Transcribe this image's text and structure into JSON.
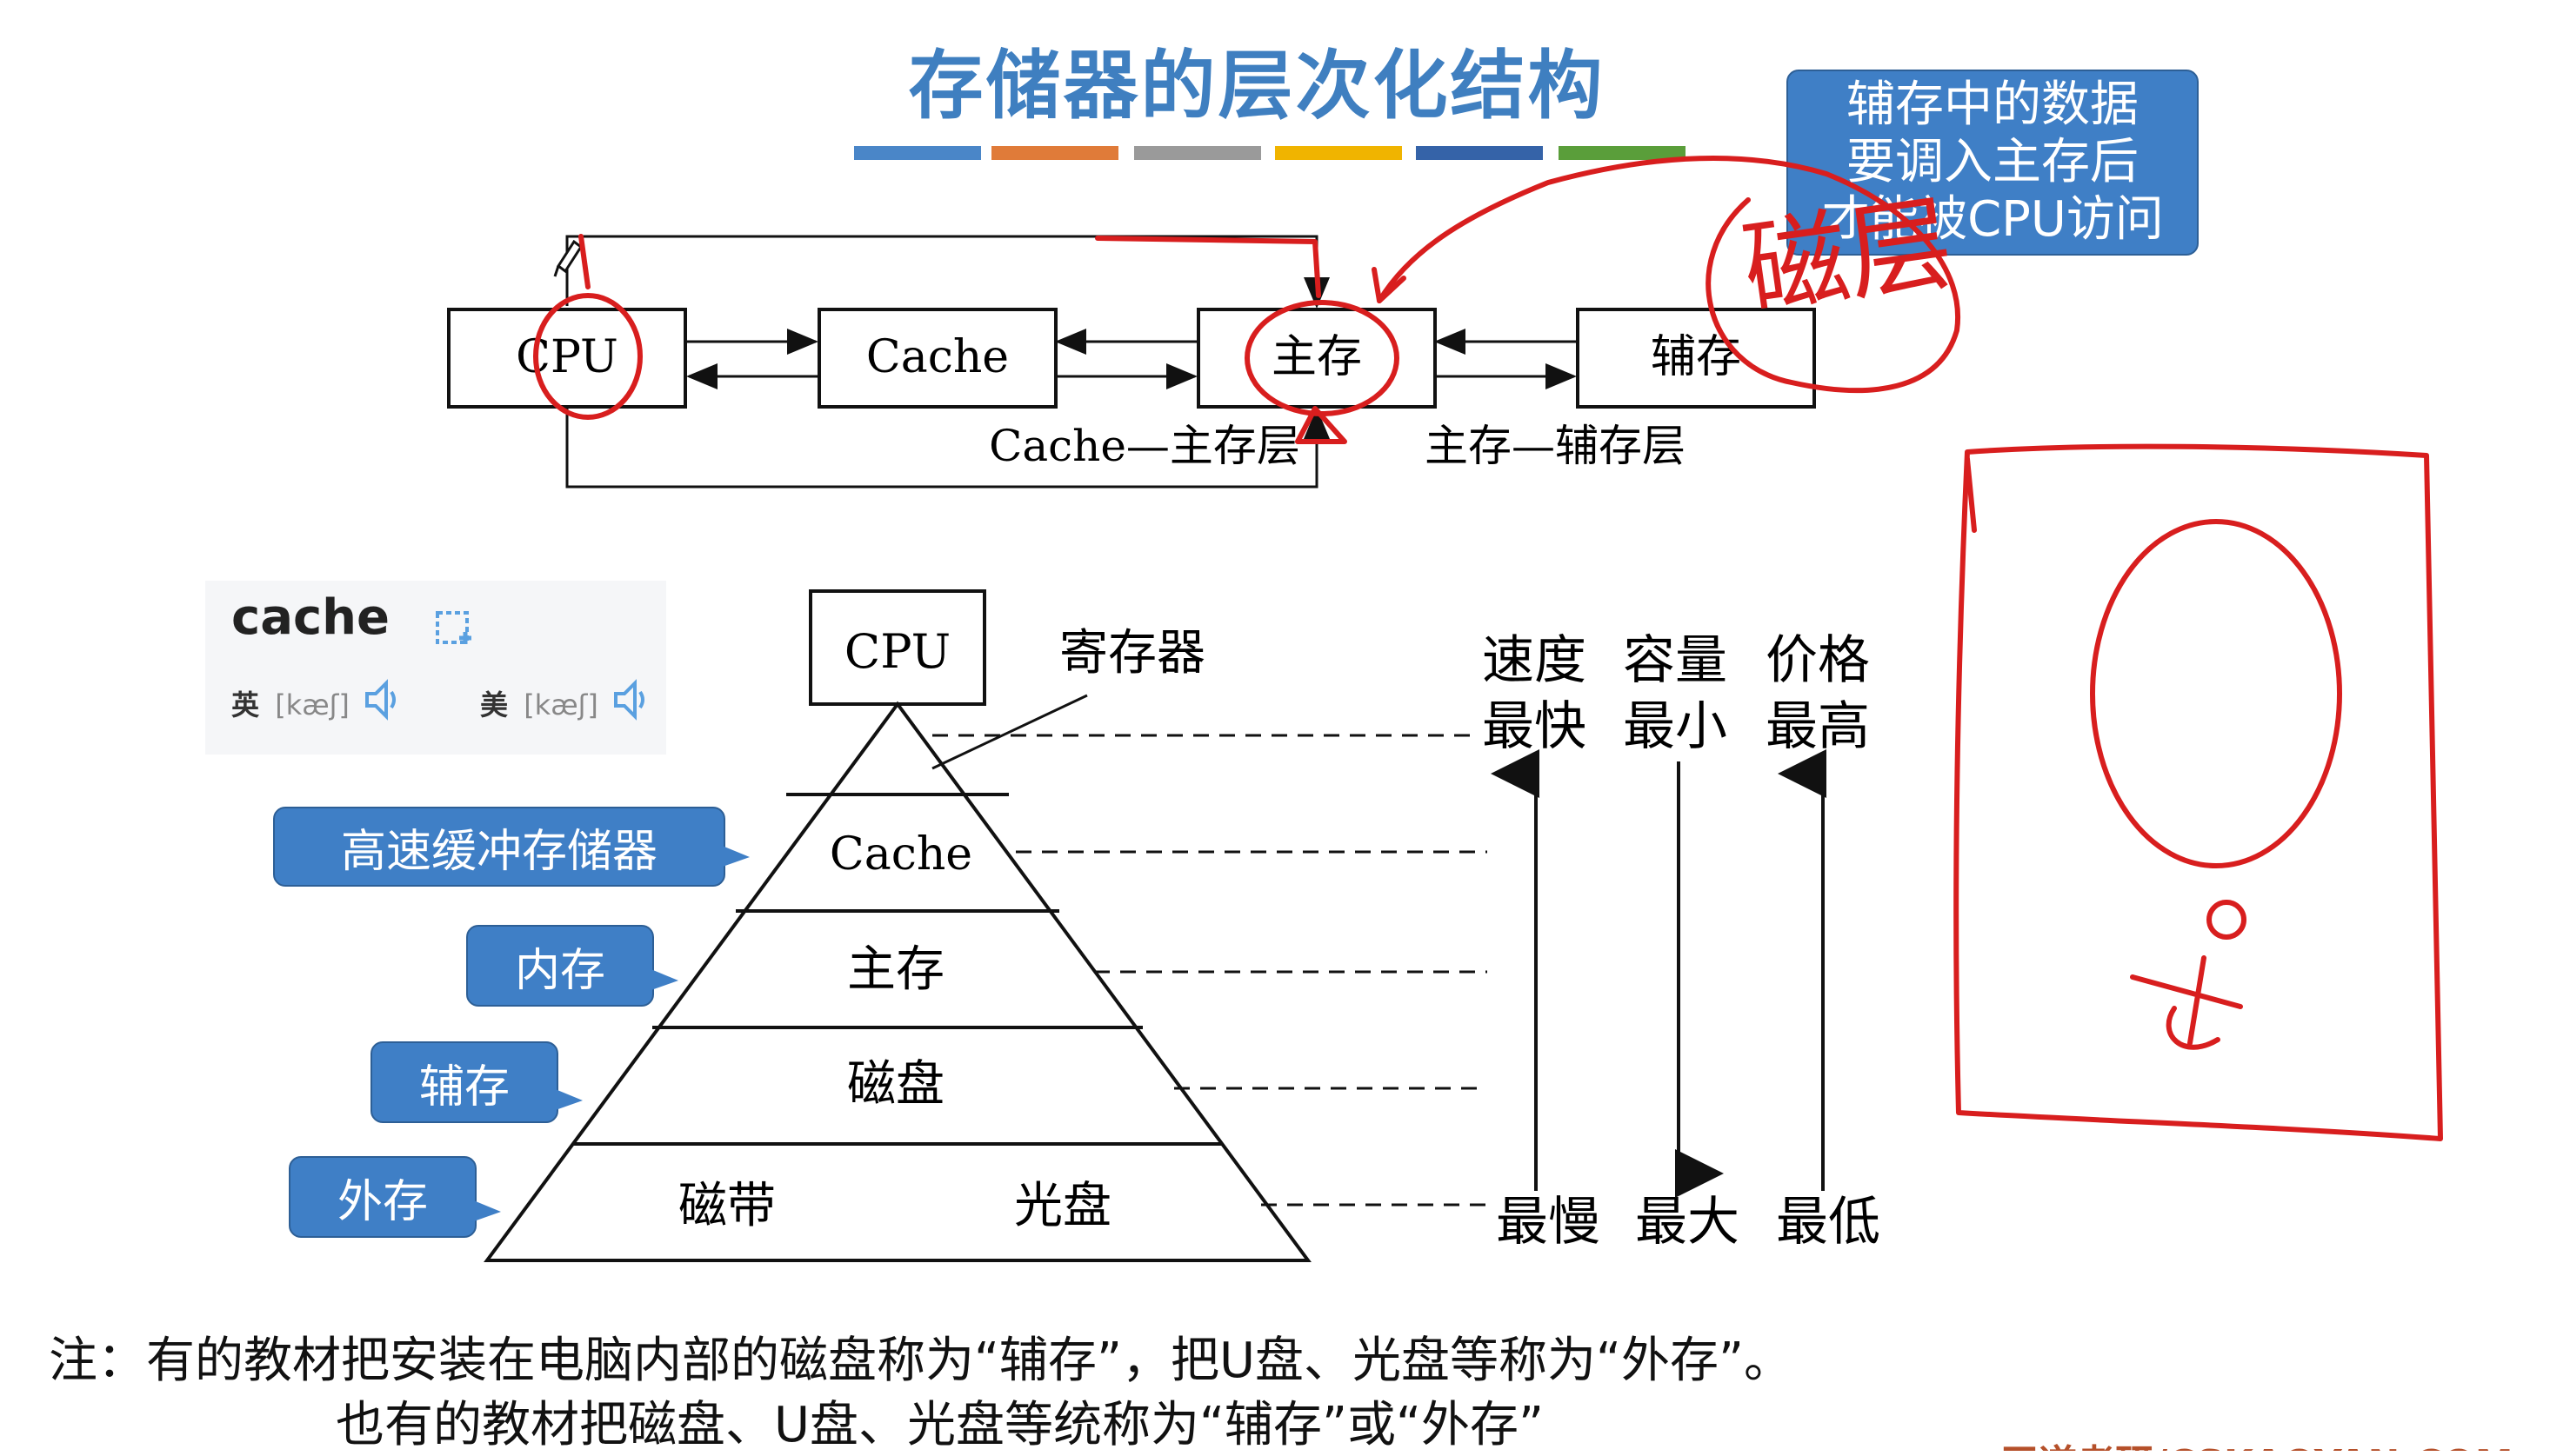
{
  "title": "存储器的层次化结构",
  "accent_colors": [
    "#4a86c8",
    "#e07b39",
    "#9a9a9a",
    "#f0b400",
    "#3563a8",
    "#5a9e3a"
  ],
  "top_diagram": {
    "boxes": [
      "CPU",
      "Cache",
      "主存",
      "辅存"
    ],
    "layer_labels": [
      "Cache—主存层",
      "主存—辅存层"
    ]
  },
  "top_callout": [
    "辅存中的数据",
    "要调入主存后",
    "才能被CPU访问"
  ],
  "dictionary": {
    "word": "cache",
    "uk_label": "英",
    "uk_phonetic": "[kæʃ]",
    "us_label": "美",
    "us_phonetic": "[kæʃ]",
    "bookmark_icon": "bookmark-add-icon",
    "speaker_icon": "speaker-icon"
  },
  "pyramid": {
    "top": "CPU",
    "top_label": "寄存器",
    "levels": [
      "Cache",
      "主存",
      "磁盘"
    ],
    "bottom_left": "磁带",
    "bottom_right": "光盘"
  },
  "side_callouts": [
    "高速缓冲存储器",
    "内存",
    "辅存",
    "外存"
  ],
  "scale": {
    "headers": [
      "速度",
      "容量",
      "价格"
    ],
    "top_values": [
      "最快",
      "最小",
      "最高"
    ],
    "bottom_values": [
      "最慢",
      "最大",
      "最低"
    ]
  },
  "handwriting": {
    "annotation_color": "#d81e1e",
    "annotation_text": "磁层"
  },
  "notes": [
    "注：有的教材把安装在电脑内部的磁盘称为“辅存”，把U盘、光盘等称为“外存”。",
    "也有的教材把磁盘、U盘、光盘等统称为“辅存”或“外存”"
  ],
  "watermark": "王道考研/CSKAOYAN.COM"
}
